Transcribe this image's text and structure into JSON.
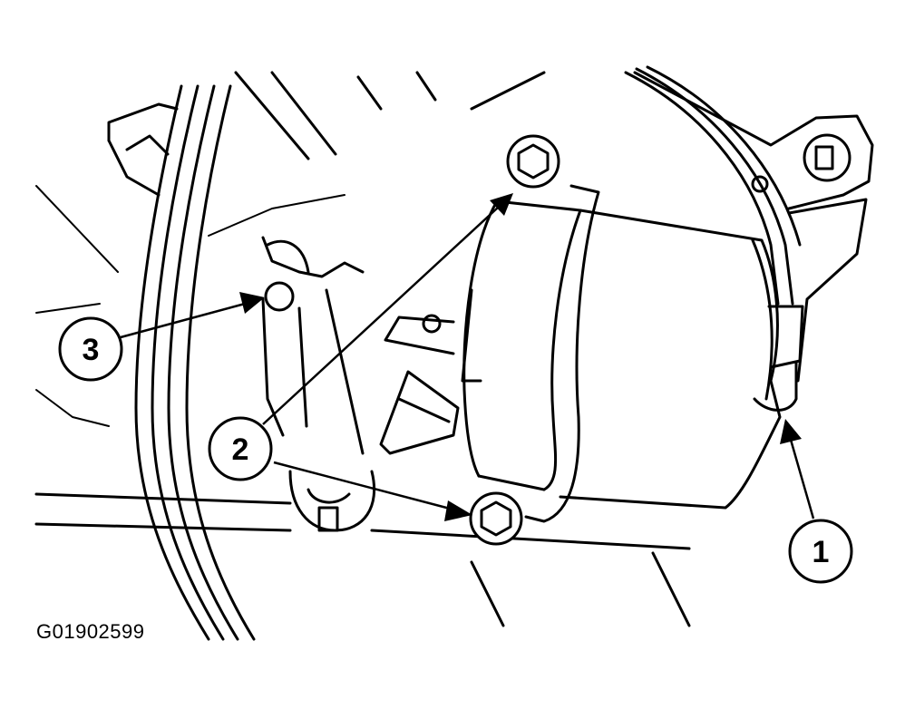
{
  "figure_id": "G01902599",
  "callouts": [
    {
      "label": "1"
    },
    {
      "label": "2"
    },
    {
      "label": "3"
    }
  ],
  "colors": {
    "ink": "#000000",
    "paper": "#ffffff"
  }
}
